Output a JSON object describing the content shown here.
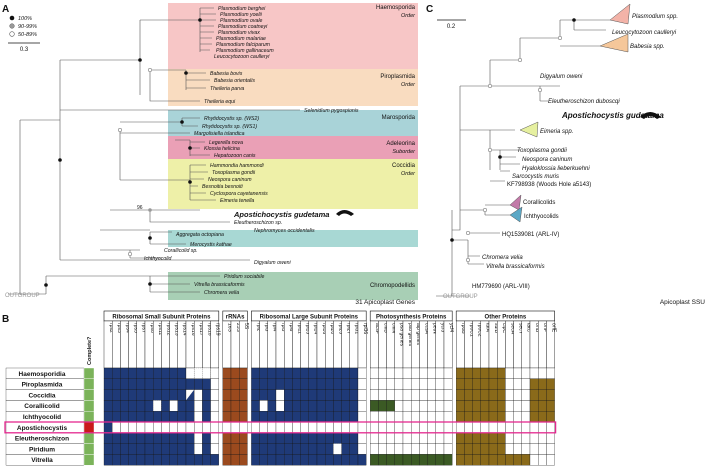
{
  "panel_a": {
    "letter": "A",
    "legend": [
      {
        "symbol": "filled",
        "label": "100%"
      },
      {
        "symbol": "gray",
        "label": "90-99%"
      },
      {
        "symbol": "open",
        "label": "50-89%"
      }
    ],
    "scale_label": "0.3",
    "bootstrap_label": "96",
    "footer": "31 Apicoplast Genes",
    "outgroup": "OUTGROUP",
    "clades": [
      {
        "name": "Haemosporida",
        "rank": "Order",
        "color": "#f7c6c6"
      },
      {
        "name": "Piroplasmida",
        "rank": "Order",
        "color": "#f9dcc0"
      },
      {
        "name": "Marosporida",
        "rank": "",
        "color": "#a9d3d8"
      },
      {
        "name": "Adeleorina",
        "rank": "Suborder",
        "color": "#eaa0b6"
      },
      {
        "name": "Coccidia",
        "rank": "Order",
        "color": "#eef0a8"
      },
      {
        "name": "Chromopodellids",
        "rank": "",
        "color": "#a8cfb5"
      }
    ],
    "taxa": [
      "Plasmodium berghei",
      "Plasmodium yoelii",
      "Plasmodium ovale",
      "Plasmodium coatneyi",
      "Plasmodium vivax",
      "Plasmodium malariae",
      "Plasmodium falciparum",
      "Plasmodium gallinaceum",
      "Leucocytozoon caulleryi",
      "Babesia bovis",
      "Babesia orientalis",
      "Theileria parva",
      "Theileria equi",
      "Selenidium pygospionis",
      "Rhytidocystis sp. (WS2)",
      "Rhytidocystis sp. (WS1)",
      "Margolisiella islandica",
      "Legerella nova",
      "Klossia helicina",
      "Hepatozoon canis",
      "Hammondia hammondi",
      "Toxoplasma gondii",
      "Neospora caninum",
      "Besnoitia besnoiti",
      "Cyclospora cayetanensis",
      "Eimeria tenella",
      "Apostichocystis gudetama",
      "Eleutheroschizon sp.",
      "Nephromyces occidentalis",
      "Aggregata octopiana",
      "Merocystis kathae",
      "Corallicolid sp.",
      "Ichthyocolid",
      "Digyalum oweni",
      "Piridium sociabile",
      "Vitrella brassicaformis",
      "Chromera velia"
    ]
  },
  "panel_c": {
    "letter": "C",
    "scale_label": "0.2",
    "footer": "Apicoplast SSU",
    "outgroup": "OUTGROUP",
    "taxa": [
      "Plasmodium spp.",
      "Leucocytozoon caulleryi",
      "Babesia spp.",
      "Digyalum oweni",
      "Apostichocystis gudetama",
      "Eleutheroschizon duboscqi",
      "Eimeria spp.",
      "Toxoplasma gondii",
      "Neospora caninum",
      "Hyaloklossia lieberkuehni",
      "Sarcocystis muris",
      "KF798938 (Woods Hole a5143)",
      "Corallicolids",
      "Ichthyocolids",
      "HQ1539081 (ARL-IV)",
      "Chromera velia",
      "Vitrella brassicaformis",
      "HM779690 (ARL-VIII)"
    ]
  },
  "panel_b": {
    "letter": "B",
    "complete_header": "Complete?",
    "groups": [
      {
        "name": "Ribosomal Small Subunit Proteins",
        "cols": [
          "rps2",
          "rps3",
          "rps4",
          "rps5",
          "rps7",
          "rps8",
          "rps11",
          "rps12",
          "rps13",
          "rps14",
          "rps16",
          "rps17",
          "rps18",
          "rps19"
        ]
      },
      {
        "name": "rRNAs",
        "cols": [
          "16S",
          "23S",
          "5S"
        ]
      },
      {
        "name": "Ribosomal Large Subunit Proteins",
        "cols": [
          "rpl2",
          "rpl3",
          "rpl4",
          "rpl5",
          "rpl6",
          "rpl11",
          "rpl13",
          "rpl14",
          "rpl16",
          "rpl20",
          "rpl23",
          "rpl27",
          "rpl31",
          "rpl36"
        ]
      },
      {
        "name": "Photosynthesis Proteins",
        "cols": [
          "acsF",
          "chlB",
          "chlN",
          "psa genes",
          "psb genes",
          "atp genes",
          "ccsA",
          "petN",
          "ycf3",
          "ycf4"
        ]
      },
      {
        "name": "Other Proteins",
        "cols": [
          "rpoB",
          "rpoC1",
          "rpoC2",
          "tufA",
          "sufB",
          "clpC",
          "secA",
          "secY",
          "tatC",
          "orfB",
          "orfF",
          "orfE"
        ]
      }
    ],
    "group_colors": [
      "#1f3a78",
      "#9b4a1e",
      "#1f3a78",
      "#3b5a24",
      "#8a6a1a"
    ],
    "complete_colors": {
      "yes": "#7bb35a",
      "no": "#c91b1b"
    },
    "highlight_color": "#e4288f",
    "rows": [
      {
        "name": "Haemosporidia",
        "complete": "yes",
        "cells": [
          "11111111110220",
          "111",
          "11111111111110",
          "0000000000",
          "111111000000"
        ]
      },
      {
        "name": "Piroplasmida",
        "complete": "yes",
        "cells": [
          "11111111111110",
          "111",
          "11111111111110",
          "0000000000",
          "111111000111"
        ]
      },
      {
        "name": "Coccidia",
        "complete": "yes",
        "cells": [
          "11111111113010",
          "111",
          "11101111111110",
          "0000000000",
          "111111000111"
        ]
      },
      {
        "name": "Corallicolid",
        "complete": "yes",
        "cells": [
          "11111121011010",
          "111",
          "10101111111110",
          "1110000000",
          "111111000111"
        ]
      },
      {
        "name": "Ichthyocolid",
        "complete": "yes",
        "cells": [
          "11111111111010",
          "111",
          "11111111111110",
          "0000000000",
          "111111000111"
        ]
      },
      {
        "name": "Apostichocystis",
        "complete": "no",
        "cells": [
          "10000000000000",
          "000",
          "00000000000000",
          "0000000000",
          "000000000000"
        ]
      },
      {
        "name": "Eleutheroschizon",
        "complete": "yes",
        "cells": [
          "11111111111010",
          "111",
          "11111111111110",
          "0000000000",
          "111111000000"
        ]
      },
      {
        "name": "Piridium",
        "complete": "yes",
        "cells": [
          "11111111111010",
          "111",
          "11111111112110",
          "0000000000",
          "111111000000"
        ]
      },
      {
        "name": "Vitrella",
        "complete": "yes",
        "cells": [
          "11111111111111",
          "111",
          "11111111111111",
          "1111111111",
          "111111111000"
        ]
      }
    ],
    "highlight_row": "Apostichocystis"
  }
}
